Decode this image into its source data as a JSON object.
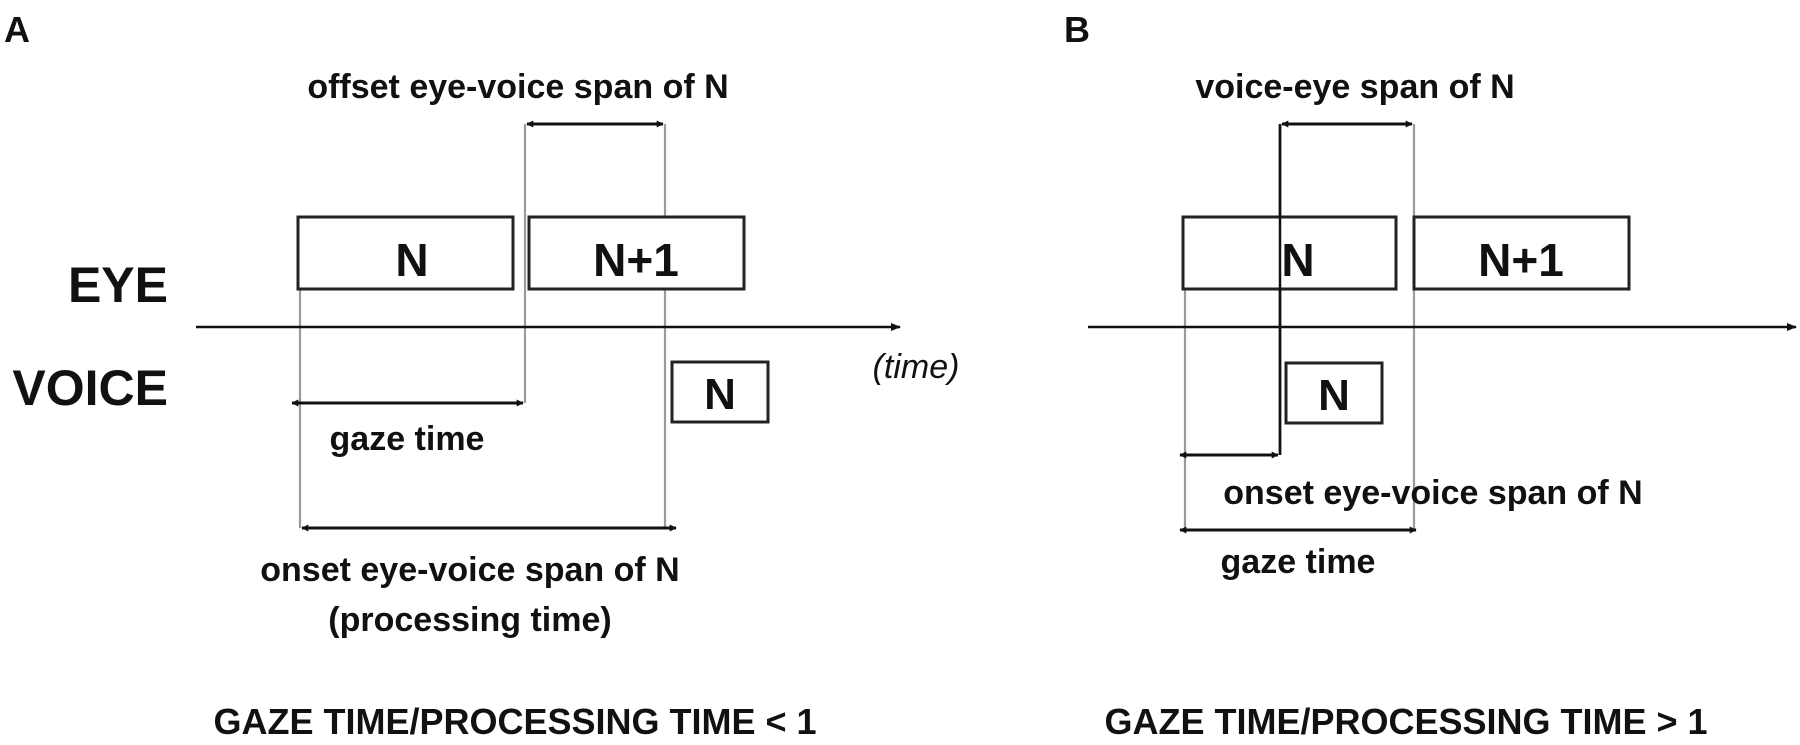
{
  "panel_a": {
    "letter": "A",
    "row_eye": "EYE",
    "row_voice": "VOICE",
    "eye_box_1": "N",
    "eye_box_2": "N+1",
    "voice_box": "N",
    "time_label": "(time)",
    "offset_span_label": "offset eye-voice span of N",
    "gaze_time_label": "gaze time",
    "onset_span_label_line1": "onset eye-voice span of N",
    "onset_span_label_line2": "(processing time)",
    "caption": "GAZE TIME/PROCESSING TIME < 1"
  },
  "panel_b": {
    "letter": "B",
    "eye_box_1": "N",
    "eye_box_2": "N+1",
    "voice_box": "N",
    "voice_eye_span_label": "voice-eye span of N",
    "onset_span_label": "onset eye-voice span of N",
    "gaze_time_label": "gaze time",
    "caption": "GAZE TIME/PROCESSING TIME > 1"
  }
}
